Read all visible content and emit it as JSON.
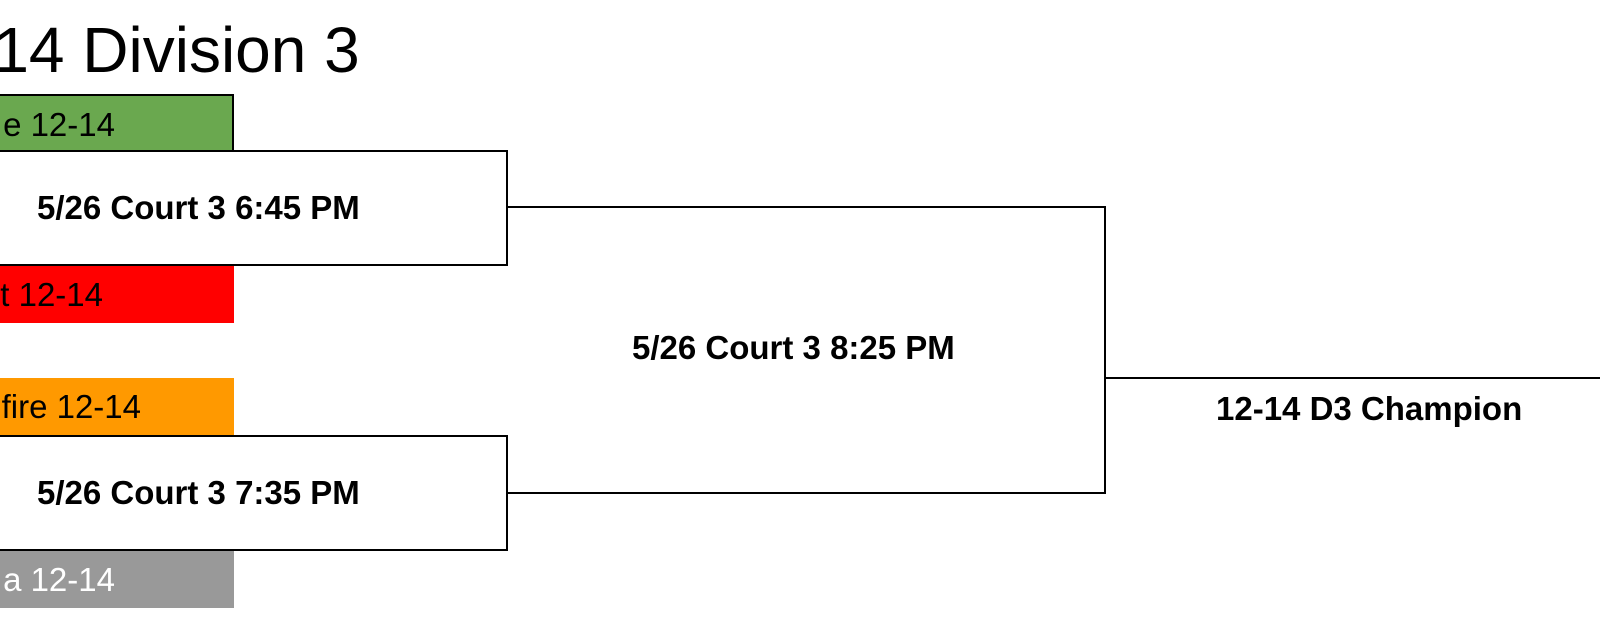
{
  "title": "-14 Division 3",
  "teams": {
    "top": "e 12-14",
    "second": "t 12-14",
    "third": "fire 12-14",
    "bottom": "a 12-14"
  },
  "games": {
    "semifinal_1": "5/26 Court 3 6:45 PM",
    "semifinal_2": "5/26 Court 3 7:35 PM",
    "final": "5/26 Court 3 8:25 PM"
  },
  "champion": "12-14 D3 Champion",
  "colors": {
    "team_top": "#6aa84f",
    "team_second": "#ff0000",
    "team_third": "#ff9900",
    "team_bottom": "#999999",
    "line": "#000000"
  }
}
